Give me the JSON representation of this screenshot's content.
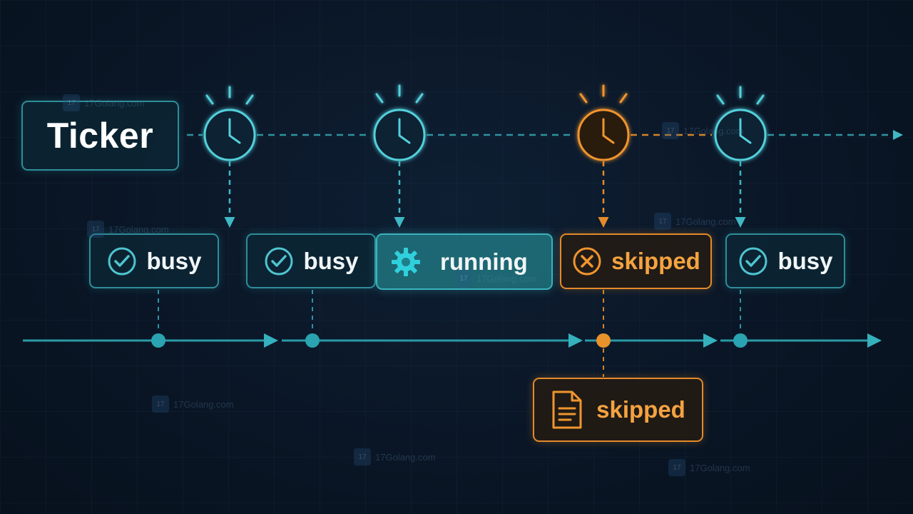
{
  "ticker_label": "Ticker",
  "ticks": [
    {
      "state": "normal",
      "icon": "clock-icon"
    },
    {
      "state": "normal",
      "icon": "clock-icon"
    },
    {
      "state": "skipped",
      "icon": "clock-icon"
    },
    {
      "state": "normal",
      "icon": "clock-icon"
    }
  ],
  "status_boxes": [
    {
      "label": "busy",
      "icon": "check-circle-icon",
      "style": "teal"
    },
    {
      "label": "busy",
      "icon": "check-circle-icon",
      "style": "teal"
    },
    {
      "label": "running",
      "icon": "gear-icon",
      "style": "teal-fill"
    },
    {
      "label": "skipped",
      "icon": "x-circle-icon",
      "style": "orange"
    },
    {
      "label": "busy",
      "icon": "check-circle-icon",
      "style": "teal"
    }
  ],
  "log_box": {
    "label": "skipped",
    "icon": "document-icon"
  },
  "watermark": {
    "icon_text": "17",
    "text": "17Golang.com"
  },
  "colors": {
    "teal": "#3fb8c4",
    "orange": "#e48a2a",
    "background": "#0a1626"
  }
}
